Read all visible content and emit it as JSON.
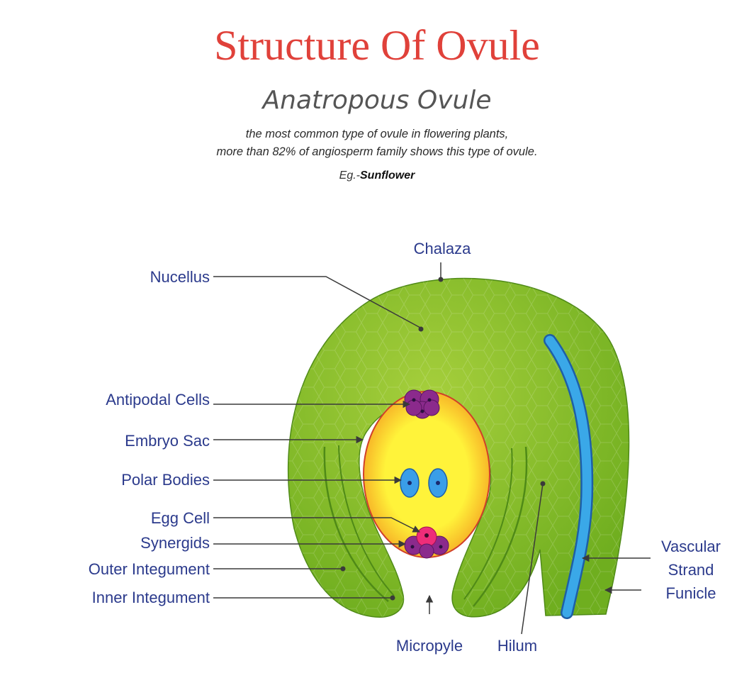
{
  "header": {
    "title": "Structure Of Ovule",
    "subtitle": "Anatropous Ovule",
    "description_line1": "the most common type of ovule in flowering plants,",
    "description_line2": "more than 82% of angiosperm family shows this type of ovule.",
    "example_prefix": "Eg.-",
    "example_name": "Sunflower"
  },
  "labels": {
    "chalaza": "Chalaza",
    "nucellus": "Nucellus",
    "antipodal_cells": "Antipodal Cells",
    "embryo_sac": "Embryo Sac",
    "polar_bodies": "Polar Bodies",
    "egg_cell": "Egg Cell",
    "synergids": "Synergids",
    "outer_integument": "Outer Integument",
    "inner_integument": "Inner Integument",
    "micropyle": "Micropyle",
    "hilum": "Hilum",
    "vascular_line1": "Vascular",
    "vascular_line2": "Strand",
    "funicle": "Funicle"
  },
  "colors": {
    "title": "#e0413a",
    "subtitle": "#555555",
    "label_text": "#2b3a8c",
    "leader_line": "#3a3a3a",
    "ovule_light": "#a6cf3c",
    "ovule_dark": "#6fae1f",
    "outline": "#4f8a17",
    "embryo_sac_center": "#fff33a",
    "embryo_sac_edge": "#f5a623",
    "embryo_sac_border": "#d0402a",
    "vascular_strand": "#3aa8e8",
    "vascular_border": "#1d5fa8",
    "antipodal": "#8b2a8c",
    "polar_nucleus": "#3a9ee8",
    "egg_cell": "#ee2d79"
  }
}
